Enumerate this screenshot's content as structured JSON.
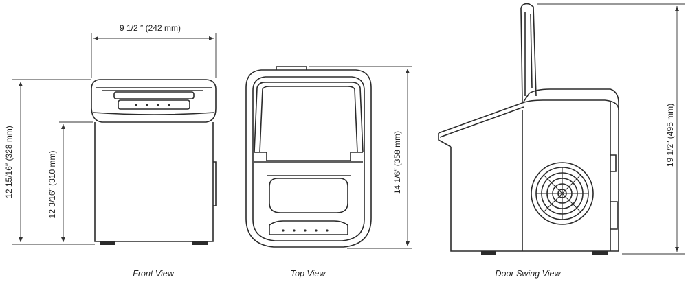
{
  "dimensions": {
    "front_width": "9 1/2 ″ (242 mm)",
    "front_total_height": "12 15/16″ (328 mm)",
    "front_body_height": "12 3/16″ (310 mm)",
    "top_depth": "14 1/6″ (358 mm)",
    "door_open_height": "19 1/2″ (495 mm)"
  },
  "captions": {
    "front": "Front View",
    "top": "Top View",
    "side": "Door Swing View"
  },
  "colors": {
    "line": "#2b2b2b",
    "dimension": "#333333",
    "background": "#ffffff"
  }
}
